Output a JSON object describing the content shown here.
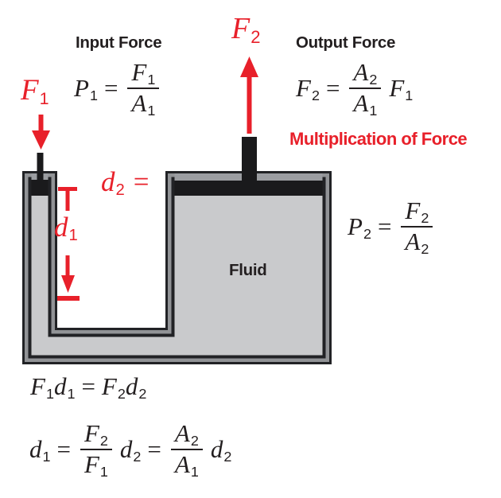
{
  "colors": {
    "red": "#e8202a",
    "ink": "#231f20",
    "fluid": "#c9cacc",
    "wall-gray": "#919396",
    "wall-dark": "#212225",
    "piston": "#1a1a1c",
    "cap-gray": "#9b9da1"
  },
  "labels": {
    "input_force": "Input Force",
    "output_force": "Output Force",
    "multiplication_of_force": "Multiplication of Force",
    "fluid": "Fluid"
  },
  "diagram": {
    "f1": {
      "base": "F",
      "sub": "1"
    },
    "f2": {
      "base": "F",
      "sub": "2"
    },
    "d1": {
      "base": "d",
      "sub": "1"
    },
    "d2": {
      "base": "d",
      "sub": "2",
      "equals": "="
    }
  },
  "equations": {
    "p1": {
      "lhs": "P",
      "lhs_sub": "1",
      "equals": "=",
      "num": "F",
      "num_sub": "1",
      "den": "A",
      "den_sub": "1"
    },
    "f2_out": {
      "lhs": "F",
      "lhs_sub": "2",
      "equals": "=",
      "num": "A",
      "num_sub": "2",
      "den": "A",
      "den_sub": "1",
      "rhs": "F",
      "rhs_sub": "1"
    },
    "p2": {
      "lhs": "P",
      "lhs_sub": "2",
      "equals": "=",
      "num": "F",
      "num_sub": "2",
      "den": "A",
      "den_sub": "2"
    },
    "work": {
      "t1": "F",
      "t1_sub": "1",
      "t2": "d",
      "t2_sub": "1",
      "equals": "=",
      "t3": "F",
      "t3_sub": "2",
      "t4": "d",
      "t4_sub": "2"
    },
    "distance": {
      "lhs": "d",
      "lhs_sub": "1",
      "eq1": "=",
      "num1": "F",
      "num1_sub": "2",
      "den1": "F",
      "den1_sub": "1",
      "mid": "d",
      "mid_sub": "2",
      "eq2": "=",
      "num2": "A",
      "num2_sub": "2",
      "den2": "A",
      "den2_sub": "1",
      "rhs": "d",
      "rhs_sub": "2"
    }
  }
}
